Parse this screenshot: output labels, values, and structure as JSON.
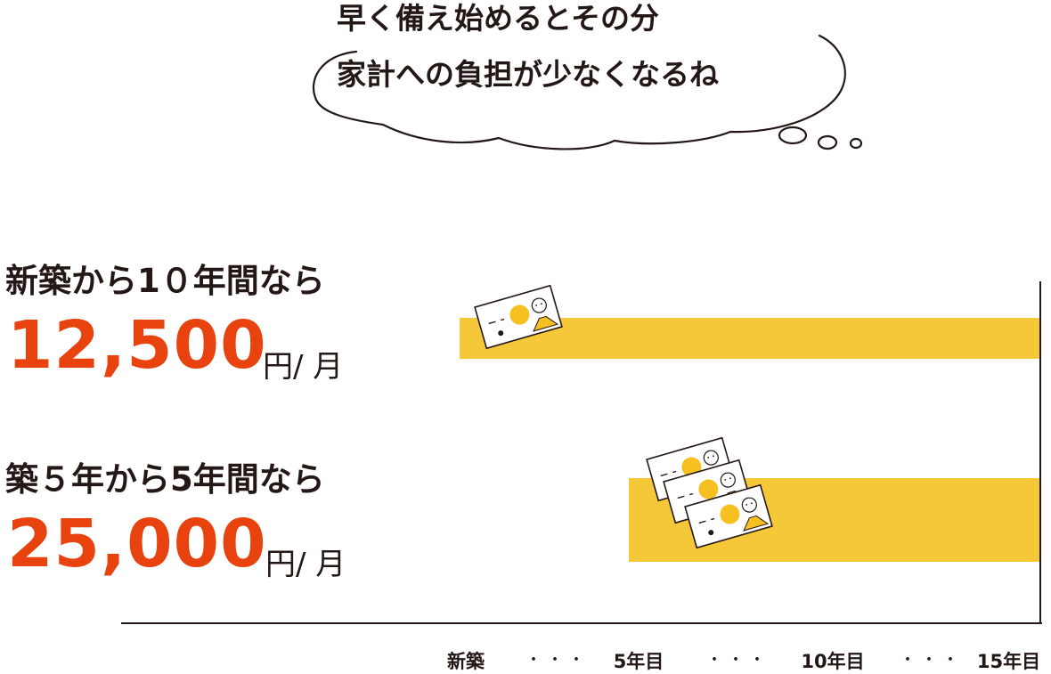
{
  "speech": {
    "line1": "早く備え始めるとその分",
    "line2": "家計への負担が少なくなるね"
  },
  "plans": [
    {
      "label": "新築から1０年間なら",
      "amount": "12,500",
      "unit": "円/ 月"
    },
    {
      "label": "築５年から5年間なら",
      "amount": "25,000",
      "unit": "円/ 月"
    }
  ],
  "axis": {
    "ticks": [
      "新築",
      "5年目",
      "10年目",
      "15年目"
    ],
    "separator": "・・・"
  },
  "bars": [
    {
      "start_year": 0,
      "end_year": 15,
      "banknotes": 1
    },
    {
      "start_year": 5,
      "end_year": 15,
      "banknotes": 3
    }
  ],
  "colors": {
    "accent_orange": "#e8430f",
    "bar_yellow": "#f5c83a",
    "coin_yellow": "#f5c020",
    "text_dark": "#231815"
  },
  "icons": [
    "thought-bubble-icon",
    "banknote-icon"
  ]
}
